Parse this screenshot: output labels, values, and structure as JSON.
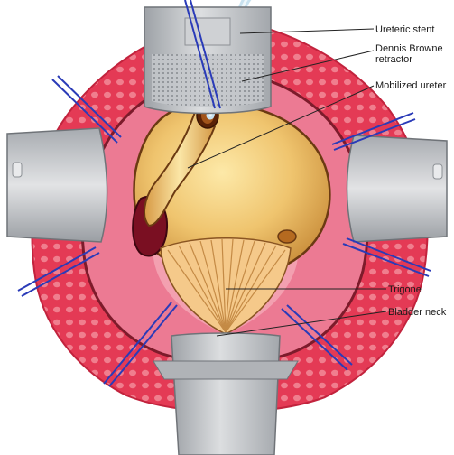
{
  "labels": {
    "ureteric_stent": "Ureteric stent",
    "retractor_line1": "Dennis Browne",
    "retractor_line2": "retractor",
    "mobilized_ureter": "Mobilized ureter",
    "trigone": "Trigone",
    "bladder_neck": "Bladder neck"
  },
  "colors": {
    "bladder_wall": "#e43a55",
    "bladder_wall_dots": "#f07e8e",
    "mucosa": "#ec7a93",
    "bladder_dome": "#e8b860",
    "retractor_metal": "#b9bcc0",
    "suture": "#2a3bb8",
    "stent": "#cfe6f2"
  }
}
